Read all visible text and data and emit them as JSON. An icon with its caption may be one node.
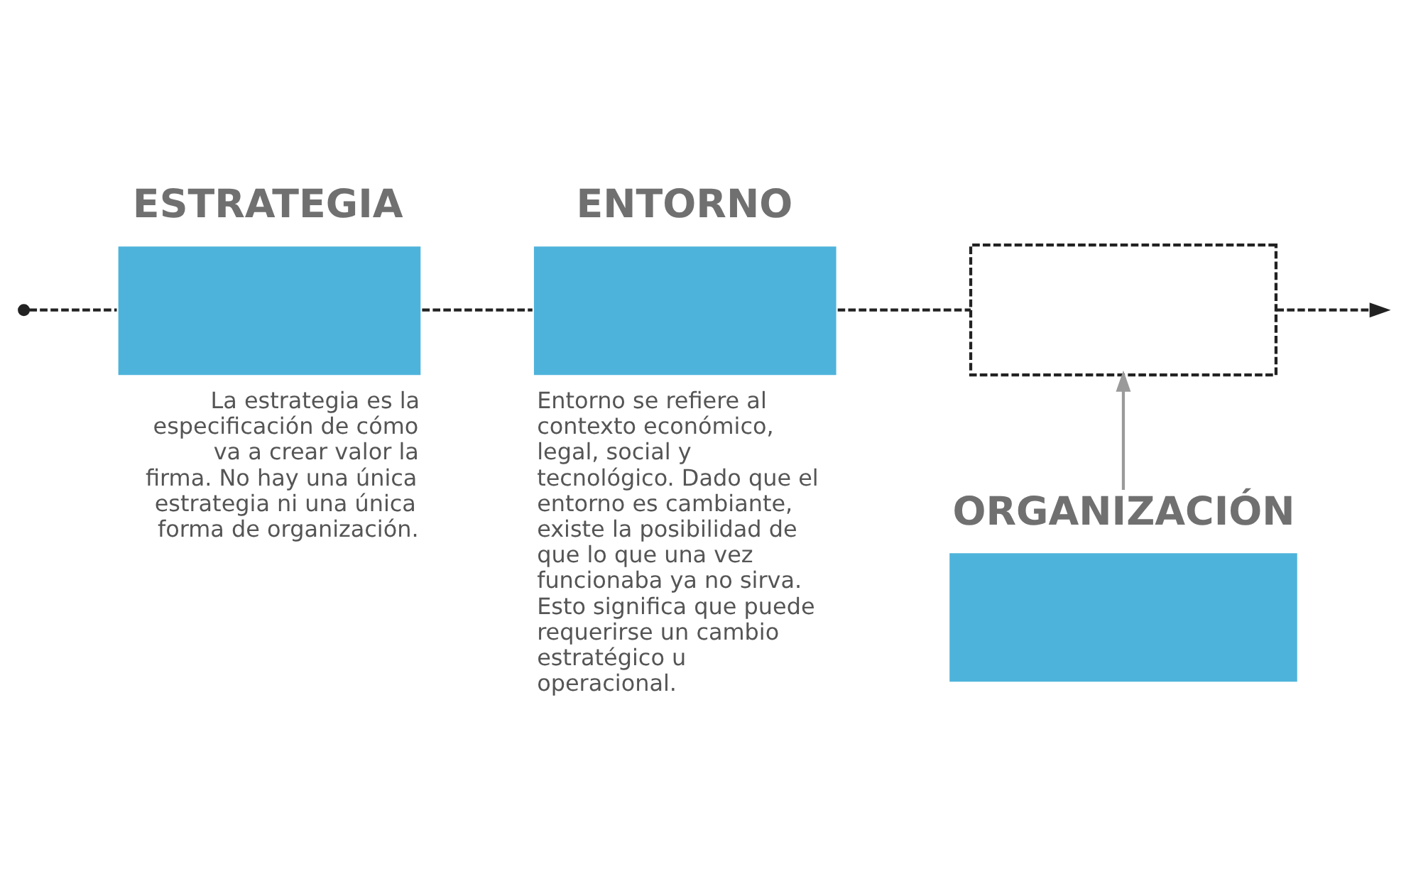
{
  "diagram": {
    "nodes": [
      {
        "text": [],
        "shape": "circle"
      },
      {
        "text": [
          "ESTRATEGIA"
        ],
        "beside": [
          "La estrategia es la especificación de cómo va a crear valor la firma. No hay una única estrategia ni una única forma de organización."
        ]
      },
      {
        "text": [
          "ENTORNO"
        ],
        "beside": [
          "Entorno se refiere al contexto económico, legal, social y tecnológico. Dado que el entorno es cambiante, existe la posibilidad de que lo que una vez funcionaba ya no sirva. Esto significa que puede requerirse un cambio estratégico u operacional."
        ]
      },
      {
        "text": [],
        "shape": "box"
      },
      {
        "text": [
          "ORGANIZACIÓN"
        ]
      }
    ],
    "edges": [
      {
        "from": 0,
        "to": 1,
        "arrow": "none",
        "style": "dashed"
      },
      {
        "from": 1,
        "to": 2,
        "arrow": "none",
        "style": "dashed"
      },
      {
        "from": 2,
        "to": 3,
        "arrow": "none",
        "style": "dashed"
      },
      {
        "from": 3,
        "to": null,
        "arrow": "to",
        "style": "dashed"
      },
      {
        "from": 4,
        "to": 3,
        "arrow": "to",
        "color": "#9a9a9a"
      }
    ]
  }
}
